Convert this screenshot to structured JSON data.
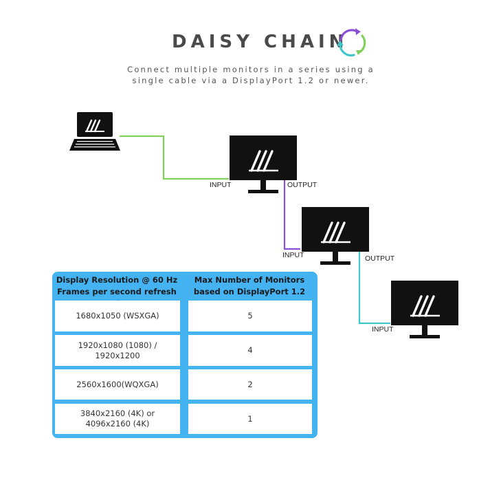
{
  "title": "DAISY CHAIN",
  "subtitle": {
    "line1": "Connect multiple monitors in a series using a",
    "line2": "single cable via a DisplayPort 1.2 or newer."
  },
  "icons": {
    "title_icon": "cycle-arrows-icon",
    "laptop": "laptop-icon",
    "monitor": "monitor-icon"
  },
  "ports": {
    "m1_input": "INPUT",
    "m1_output": "OUTPUT",
    "m2_input": "INPUT",
    "m2_output": "OUTPUT",
    "m3_input": "INPUT"
  },
  "colors": {
    "wire_green": "#7fd15b",
    "wire_purple": "#8a4fd8",
    "wire_teal": "#3fc6c9",
    "table_blue": "#45b3f2",
    "title_gray": "#4a4a4a"
  },
  "table": {
    "headers": [
      [
        "Display Resolution @ 60 Hz",
        "Frames per second refresh rate"
      ],
      [
        "Max Number of Monitors",
        "based on DisplayPort 1.2"
      ]
    ],
    "rows": [
      {
        "resolution": [
          "1680x1050 (WSXGA)"
        ],
        "max": "5"
      },
      {
        "resolution": [
          "1920x1080 (1080) / 1920x1200"
        ],
        "max": "4"
      },
      {
        "resolution": [
          "2560x1600(WQXGA)"
        ],
        "max": "2"
      },
      {
        "resolution": [
          "3840x2160 (4K) or",
          "4096x2160 (4K)"
        ],
        "max": "1"
      }
    ]
  }
}
